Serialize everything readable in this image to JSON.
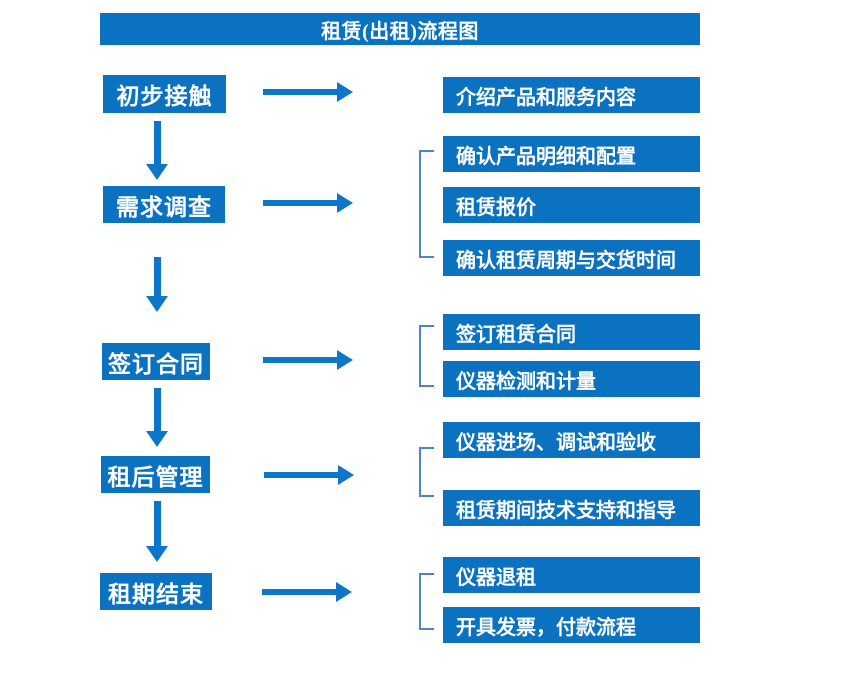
{
  "title": "租赁(出租)流程图",
  "colors": {
    "box_blue": "#0b72c2",
    "arrow_blue": "#0e76c8",
    "bracket_blue": "#4b87c6",
    "text_white": "#ffffff",
    "background": "#ffffff"
  },
  "steps": [
    {
      "label": "初步接触",
      "details": [
        "介绍产品和服务内容"
      ]
    },
    {
      "label": "需求调查",
      "details": [
        "确认产品明细和配置",
        "租赁报价",
        "确认租赁周期与交货时间"
      ]
    },
    {
      "label": "签订合同",
      "details": [
        "签订租赁合同",
        "仪器检测和计量"
      ]
    },
    {
      "label": "租后管理",
      "details": [
        "仪器进场、调试和验收",
        "租赁期间技术支持和指导"
      ]
    },
    {
      "label": "租期结束",
      "details": [
        "仪器退租",
        "开具发票，付款流程"
      ]
    }
  ]
}
